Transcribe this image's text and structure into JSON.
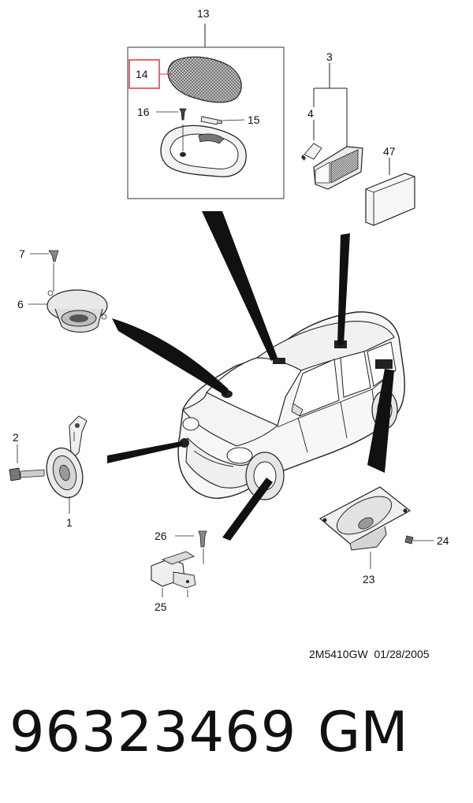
{
  "callouts": {
    "c13": "13",
    "c14": "14",
    "c16": "16",
    "c15": "15",
    "c3": "3",
    "c4": "4",
    "c47": "47",
    "c7": "7",
    "c6": "6",
    "c2": "2",
    "c1": "1",
    "c26": "26",
    "c25": "25",
    "c24": "24",
    "c23": "23"
  },
  "highlight_color": "#e8323c",
  "reference": "2M5410GW  01/28/2005",
  "part_number": "96323469",
  "brand": "GM"
}
